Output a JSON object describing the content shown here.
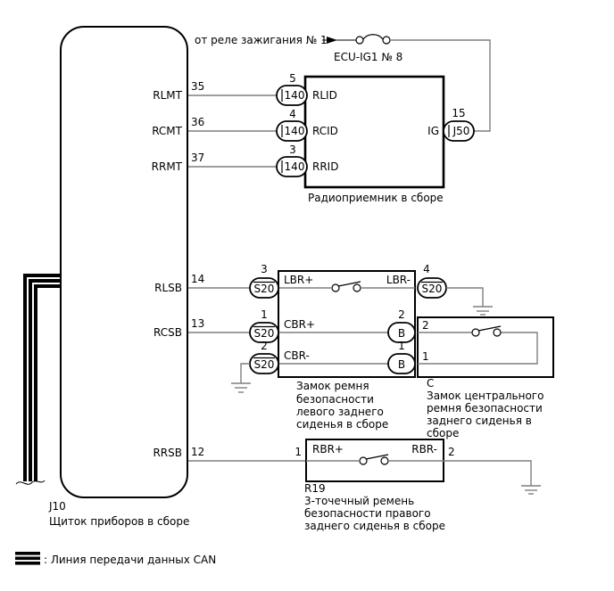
{
  "power": {
    "source_label": "от реле зажигания № 1",
    "fuse_label": "ECU-IG1 № 8"
  },
  "cluster": {
    "code": "J10",
    "name": "Щиток приборов в сборе",
    "pins": [
      {
        "label": "RLMT",
        "num": "35"
      },
      {
        "label": "RCMT",
        "num": "36"
      },
      {
        "label": "RRMT",
        "num": "37"
      },
      {
        "label": "RLSB",
        "num": "14"
      },
      {
        "label": "RCSB",
        "num": "13"
      },
      {
        "label": "RRSB",
        "num": "12"
      }
    ]
  },
  "radio": {
    "name": "Радиоприемник в сборе",
    "inputs": [
      {
        "num": "5",
        "conn": "140",
        "label": "RLID"
      },
      {
        "num": "4",
        "conn": "140",
        "label": "RCID"
      },
      {
        "num": "3",
        "conn": "140",
        "label": "RRID"
      }
    ],
    "ig": {
      "num": "15",
      "conn": "J50",
      "label": "IG"
    }
  },
  "left_lock": {
    "name_lines": [
      "Замок ремня",
      "безопасности",
      "левого заднего",
      "сиденья в сборе"
    ],
    "rows": [
      {
        "left_num": "3",
        "left_conn": "S20",
        "left_label": "LBR+",
        "right_label": "LBR-",
        "right_num": "4",
        "right_conn": "S20"
      },
      {
        "left_num": "1",
        "left_conn": "S20",
        "left_label": "CBR+",
        "right_num": "2",
        "right_conn": "B"
      },
      {
        "left_num": "2",
        "left_conn": "S20",
        "left_label": "CBR-",
        "right_num": "1",
        "right_conn": "B"
      }
    ]
  },
  "central_lock": {
    "code": "C",
    "name_lines": [
      "Замок центрального",
      "ремня безопасности",
      "заднего сиденья в",
      "сборе"
    ],
    "pin_top": "2",
    "pin_bottom": "1"
  },
  "right_belt": {
    "code": "R19",
    "name_lines": [
      "3-точечный ремень",
      "безопасности правого",
      "заднего сиденья в сборе"
    ],
    "left_num": "1",
    "left_label": "RBR+",
    "right_label": "RBR-",
    "right_num": "2"
  },
  "legend": {
    "can_label": ": Линия передачи данных CAN"
  }
}
